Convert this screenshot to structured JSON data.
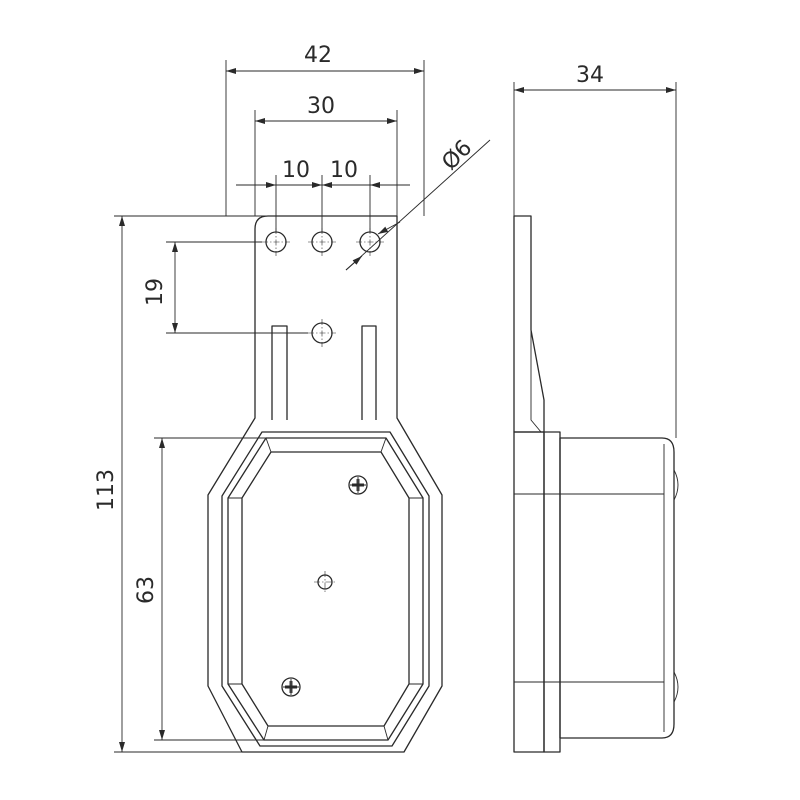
{
  "dimensions": {
    "overall_width": "42",
    "hole_span": "30",
    "hole_pitch_left": "10",
    "hole_pitch_right": "10",
    "hole_diameter": "Ø6",
    "vertical_offset": "19",
    "overall_height": "113",
    "lens_height": "63",
    "side_depth": "34"
  }
}
